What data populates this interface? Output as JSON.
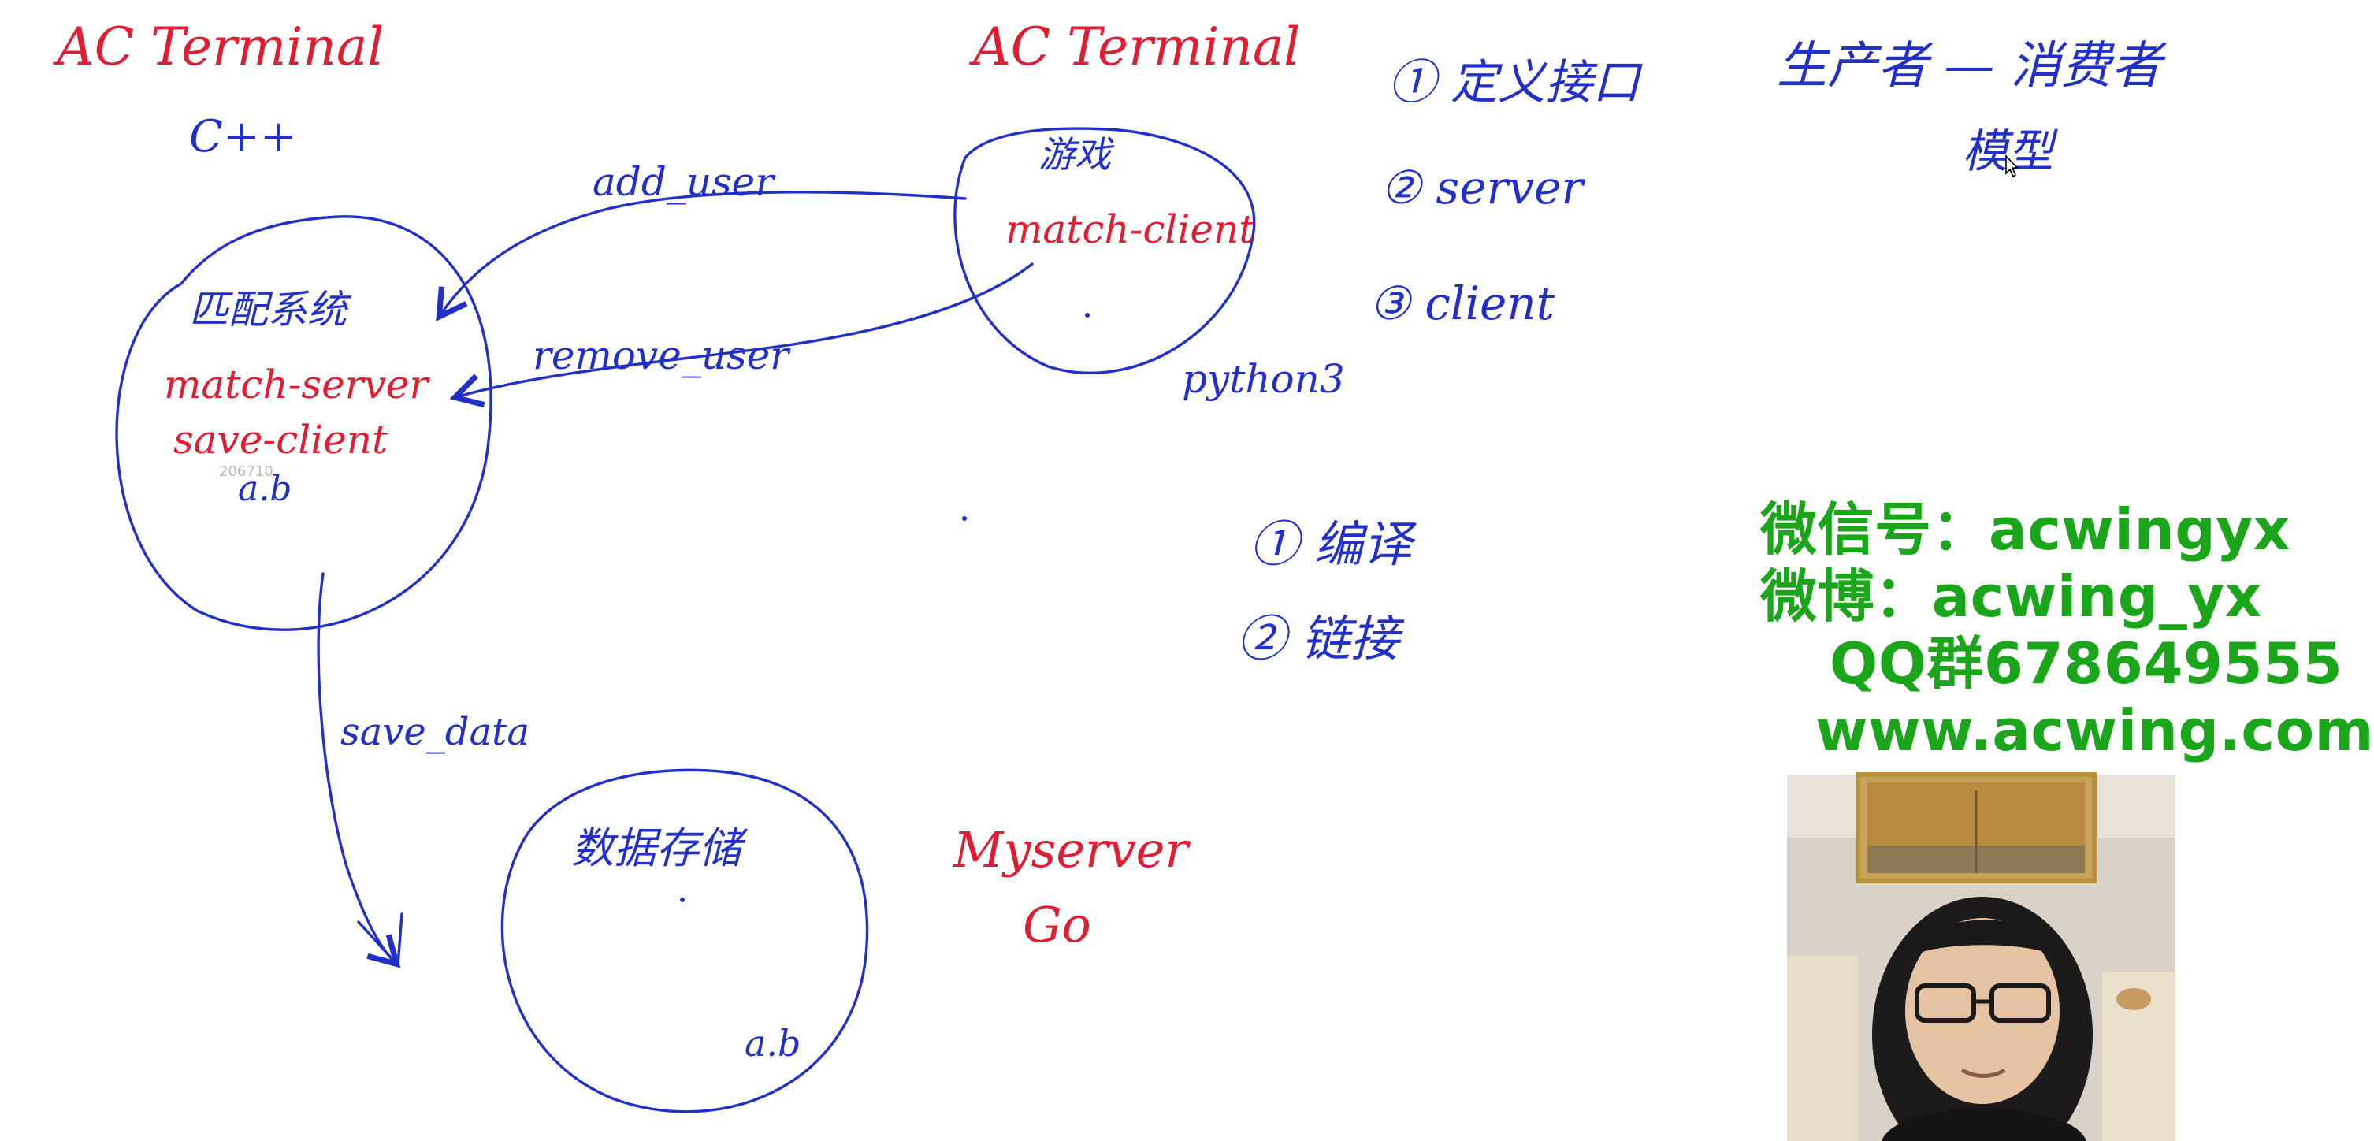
{
  "colors": {
    "ink_blue": "#2230c8",
    "ink_red": "#e01e33",
    "watermark_green": "#1aa51a",
    "background": "#ffffff"
  },
  "labels": {
    "left_terminal": "AC Terminal",
    "left_language": "C++",
    "match_system": "匹配系统",
    "match_server": "match-server",
    "save_client": "save-client",
    "left_ab": "a.b",
    "add_user": "add_user",
    "remove_user": "remove_user",
    "right_terminal": "AC Terminal",
    "game": "游戏",
    "match_client": "match-client",
    "python3": "python3",
    "save_data": "save_data",
    "data_storage": "数据存储",
    "bottom_ab": "a.b",
    "myserver": "Myserver",
    "go": "Go",
    "step1": "① 定义接口",
    "step2": "② server",
    "step3": "③ client",
    "compile1": "① 编译",
    "compile2": "② 链接",
    "producer_consumer": "生产者 — 消费者",
    "model": "模型",
    "tiny": "206710"
  },
  "watermark": {
    "wechat": "微信号：acwingyx",
    "weibo": "微博：acwing_yx",
    "qq": "QQ群678649555",
    "site": "www.acwing.com"
  },
  "icons": {
    "cursor": "mouse-pointer-icon"
  }
}
